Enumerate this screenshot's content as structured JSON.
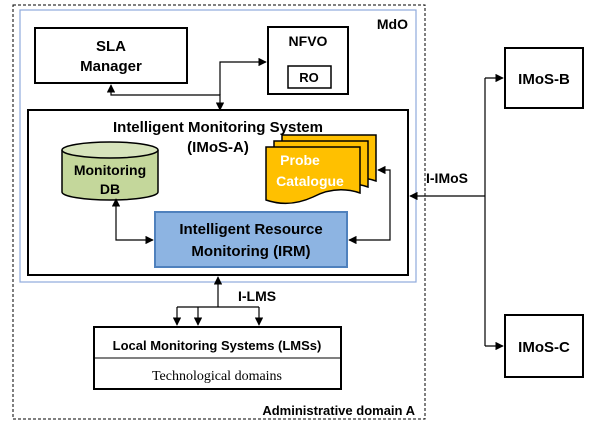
{
  "admin_domain": {
    "label": "Administrative domain A"
  },
  "mdo": {
    "label": "MdO"
  },
  "sla_manager": {
    "line1": "SLA",
    "line2": "Manager"
  },
  "nfvo": {
    "label": "NFVO",
    "ro_label": "RO"
  },
  "imos_a": {
    "line1": "Intelligent Monitoring System",
    "line2": "(IMoS-A)"
  },
  "monitoring_db": {
    "line1": "Monitoring",
    "line2": "DB"
  },
  "probe_catalogue": {
    "line1": "Probe",
    "line2": "Catalogue"
  },
  "irm": {
    "line1": "Intelligent Resource",
    "line2": "Monitoring (IRM)"
  },
  "interfaces": {
    "i_imos": "I-IMoS",
    "i_lms": "I-LMS"
  },
  "lms": {
    "title": "Local Monitoring Systems (LMSs)",
    "subtitle": "Technological domains"
  },
  "imos_b": {
    "label": "IMoS-B"
  },
  "imos_c": {
    "label": "IMoS-C"
  },
  "colors": {
    "mdo_border": "#8faadc",
    "db_fill": "#c4d79b",
    "probe_fill": "#ffc000",
    "irm_fill": "#8db4e2",
    "irm_border": "#4f81bd"
  }
}
